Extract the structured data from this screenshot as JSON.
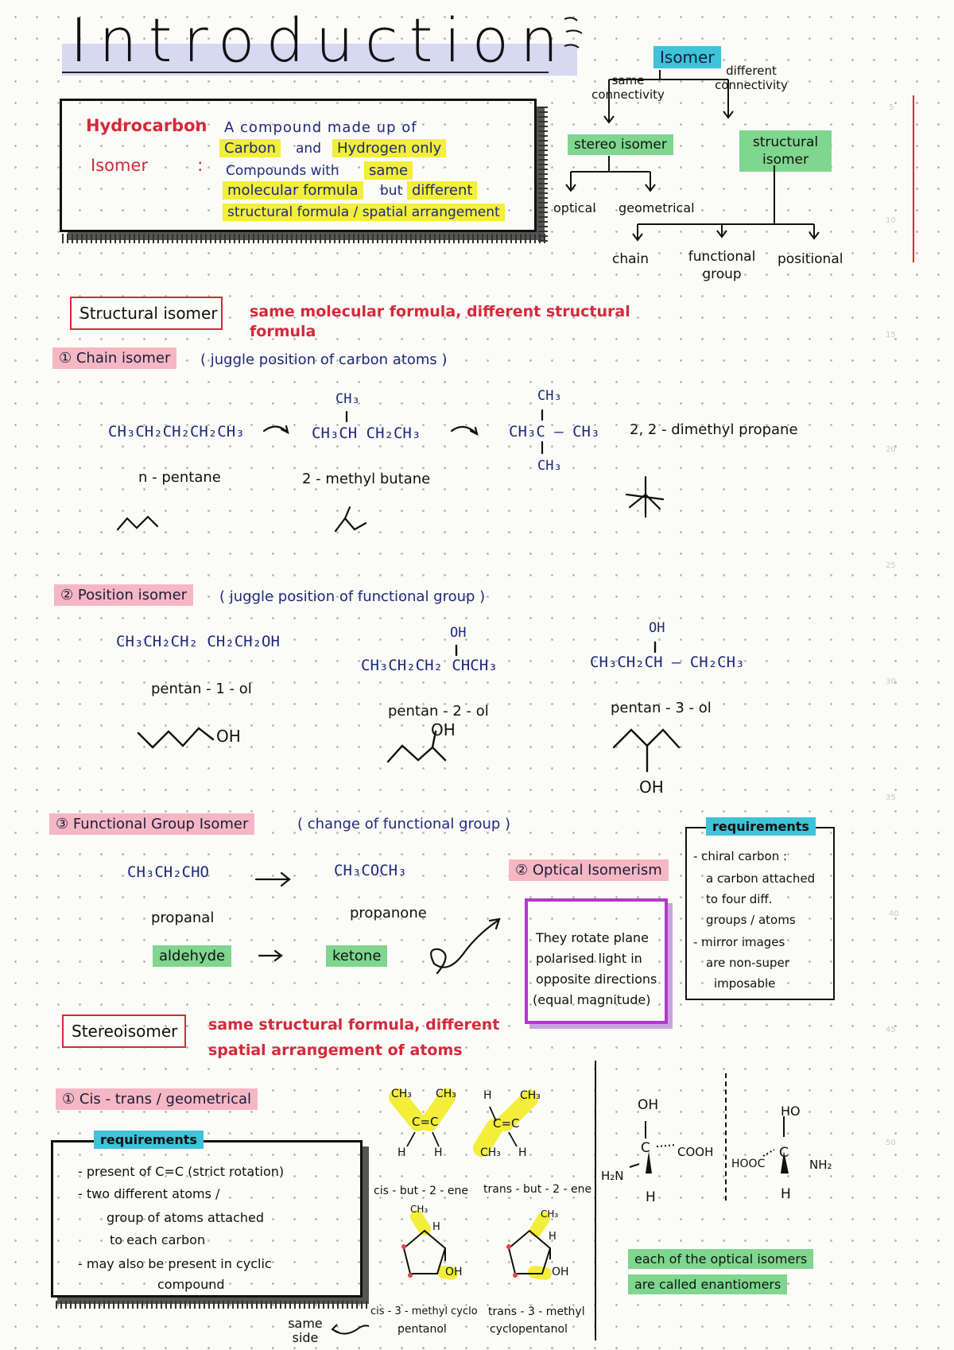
{
  "title": "Introduction",
  "definitions": {
    "hydrocarbon_term": "Hydrocarbon",
    "isomer_term": "Isomer",
    "colon": ":",
    "line1": "A compound made up of",
    "line2a": "Carbon",
    "line2b": "and",
    "line2c": "Hydrogen only",
    "line3a": "Compounds with",
    "line3b": "same",
    "line4a": "molecular formula",
    "line4b": "but",
    "line4c": "different",
    "line5": "structural formula / spatial arrangement"
  },
  "tree": {
    "root": "Isomer",
    "left_edge": "same connectivity",
    "right_edge": "different connectivity",
    "stereo": "stereo isomer",
    "structural": "structural isomer",
    "optical": "optical",
    "geometrical": "geometrical",
    "chain": "chain",
    "functional": "functional group",
    "positional": "positional"
  },
  "structural_section": {
    "heading": "Structural isomer",
    "desc": "same molecular formula, different structural formula"
  },
  "chain": {
    "heading": "① Chain isomer",
    "note": "( juggle position of carbon atoms )",
    "f1": "CH₃CH₂CH₂CH₂CH₃",
    "n1": "n - pentane",
    "f2_top": "CH₃",
    "f2": "CH₃CH CH₂CH₃",
    "n2": "2 - methyl butane",
    "f3_top": "CH₃",
    "f3": "CH₃C – CH₃",
    "f3_bottom": "CH₃",
    "n3": "2, 2 - dimethyl propane"
  },
  "position": {
    "heading": "② Position isomer",
    "note": "( juggle position of functional group )",
    "f1": "CH₃CH₂CH₂ CH₂CH₂OH",
    "n1": "pentan - 1 - ol",
    "oh1": "OH",
    "f2_top": "OH",
    "f2": "CH₃CH₂CH₂ CHCH₃",
    "n2": "pentan - 2 - ol",
    "oh2": "OH",
    "f3_top": "OH",
    "f3": "CH₃CH₂CH – CH₂CH₃",
    "n3": "pentan - 3 - ol",
    "oh3": "OH"
  },
  "functional": {
    "heading": "③ Functional Group Isomer",
    "note": "( change of functional group )",
    "f1": "CH₃CH₂CHO",
    "n1": "propanal",
    "f2": "CH₃COCH₃",
    "n2": "propanone",
    "aldehyde": "aldehyde",
    "ketone": "ketone"
  },
  "optical": {
    "heading": "② Optical Isomerism",
    "box_l1": "They rotate plane",
    "box_l2": "polarised light in",
    "box_l3": "opposite directions",
    "box_l4": "(equal magnitude)",
    "req_title": "requirements",
    "req_l1": "- chiral carbon :",
    "req_l2": "a carbon attached",
    "req_l3": "to four diff.",
    "req_l4": "groups / atoms",
    "req_l5": "- mirror images",
    "req_l6": "are non-super",
    "req_l7": "imposable",
    "oh": "OH",
    "c": "C",
    "cooh": "COOH",
    "h2n": "H₂N",
    "h": "H",
    "ho": "HO",
    "hooc": "HOOC",
    "nh2": "NH₂",
    "enant_l1": "each of the optical isomers",
    "enant_l2": "are called enantiomers"
  },
  "stereo_section": {
    "heading": "Stereoisomer",
    "desc_l1": "same structural formula, different",
    "desc_l2": "spatial arrangement of atoms"
  },
  "cistrans": {
    "heading": "① Cis - trans / geometrical",
    "req_title": "requirements",
    "r1": "- present of C=C (strict rotation)",
    "r2": "- two different atoms /",
    "r3": "group of atoms attached",
    "r4": "to each carbon",
    "r5": "- may also be present in cyclic",
    "r6": "compound",
    "cis_name": "cis - but - 2 - ene",
    "trans_name": "trans - but - 2 - ene",
    "cyc1_l1": "cis - 3 - methyl cyclo",
    "cyc1_l2": "pentanol",
    "cyc2_l1": "trans - 3 - methyl",
    "cyc2_l2": "cyclopentanol",
    "same_side": "same side",
    "ch3": "CH₃",
    "cc": "C=C",
    "h": "H",
    "oh": "OH"
  },
  "margin_numbers": [
    "5",
    "10",
    "15",
    "20",
    "25",
    "30",
    "35",
    "40",
    "45",
    "50"
  ]
}
